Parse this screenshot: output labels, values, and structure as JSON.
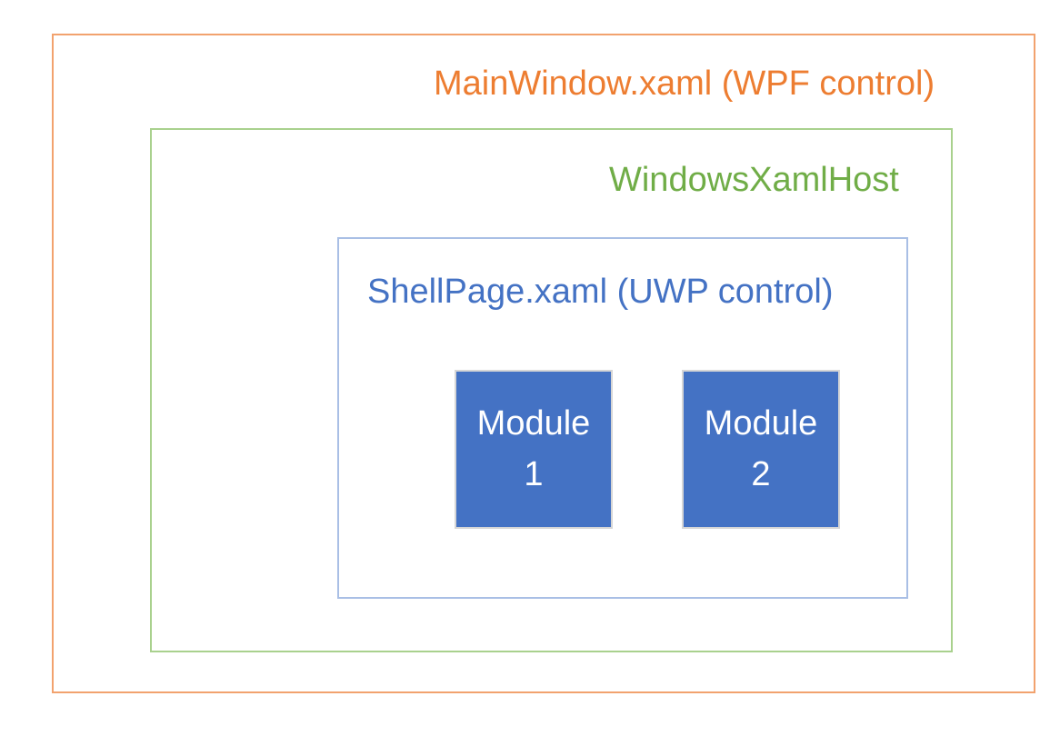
{
  "diagram": {
    "main_window": {
      "label": "MainWindow.xaml (WPF control)",
      "text_color": "#ED7D31",
      "border_color": "#F2A26E"
    },
    "xaml_host": {
      "label": "WindowsXamlHost",
      "text_color": "#70AD47",
      "border_color": "#A9D18E"
    },
    "shell_page": {
      "label": "ShellPage.xaml (UWP control)",
      "text_color": "#4472C4",
      "border_color": "#A9BFE5"
    },
    "modules": [
      {
        "line1": "Module",
        "line2": "1"
      },
      {
        "line1": "Module",
        "line2": "2"
      }
    ],
    "module_style": {
      "fill": "#4472C4",
      "text_color": "#FFFFFF",
      "border_color": "#D6D6D6"
    }
  }
}
